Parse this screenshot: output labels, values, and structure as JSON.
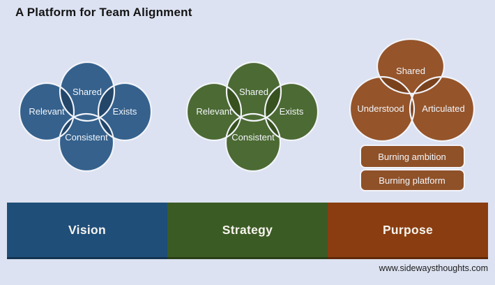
{
  "title": "A Platform for Team Alignment",
  "footer": {
    "url": "www.sidewaysthoughts.com"
  },
  "palette": {
    "background": "#dce2f1",
    "vision_circle": "#35618c",
    "vision_overlap": "#234669",
    "vision_bar": "#1f4e79",
    "strategy_circle": "#4c6a33",
    "strategy_overlap": "#37511f",
    "strategy_bar": "#3b5b24",
    "purpose_circle": "#95542a",
    "purpose_overlap": "#7a421c",
    "purpose_bar": "#8a3d10",
    "circle_outline": "#f2f4fa",
    "label_text": "#f3f6fb"
  },
  "clusters": {
    "vision": {
      "top": "Shared",
      "left": "Relevant",
      "right": "Exists",
      "bottom": "Consistent"
    },
    "strategy": {
      "top": "Shared",
      "left": "Relevant",
      "right": "Exists",
      "bottom": "Consistent"
    },
    "purpose": {
      "top": "Shared",
      "left": "Understood",
      "right": "Articulated",
      "boxes": {
        "ambition": "Burning ambition",
        "platform": "Burning platform"
      }
    }
  },
  "bars": {
    "vision": "Vision",
    "strategy": "Strategy",
    "purpose": "Purpose"
  }
}
